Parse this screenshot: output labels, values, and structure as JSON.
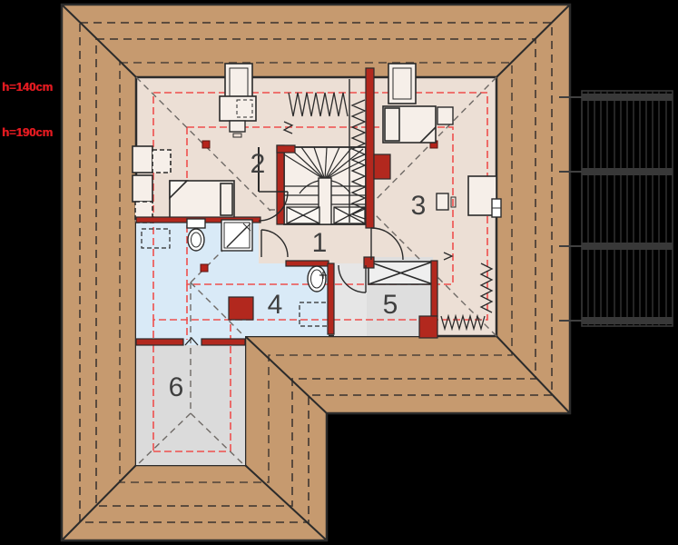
{
  "plan": {
    "title": "attic-floor-plan",
    "annotations": {
      "h1": "h=140cm",
      "h2": "h=190cm"
    },
    "rooms": [
      {
        "number": "1"
      },
      {
        "number": "2"
      },
      {
        "number": "3"
      },
      {
        "number": "4"
      },
      {
        "number": "5"
      },
      {
        "number": "6"
      }
    ],
    "colors": {
      "background": "#000000",
      "roof": "#c69a6f",
      "roof_dash": "#4e4238",
      "floor_main": "#ecdfd5",
      "floor_bath": "#d9eaf7",
      "floor_gray": "#dedede",
      "wall_red": "#b2281e",
      "height_line_red": "#ee4f4d",
      "label_red": "#e01a20",
      "line_dark": "#2b2b2b",
      "pergola": "#383838"
    }
  }
}
